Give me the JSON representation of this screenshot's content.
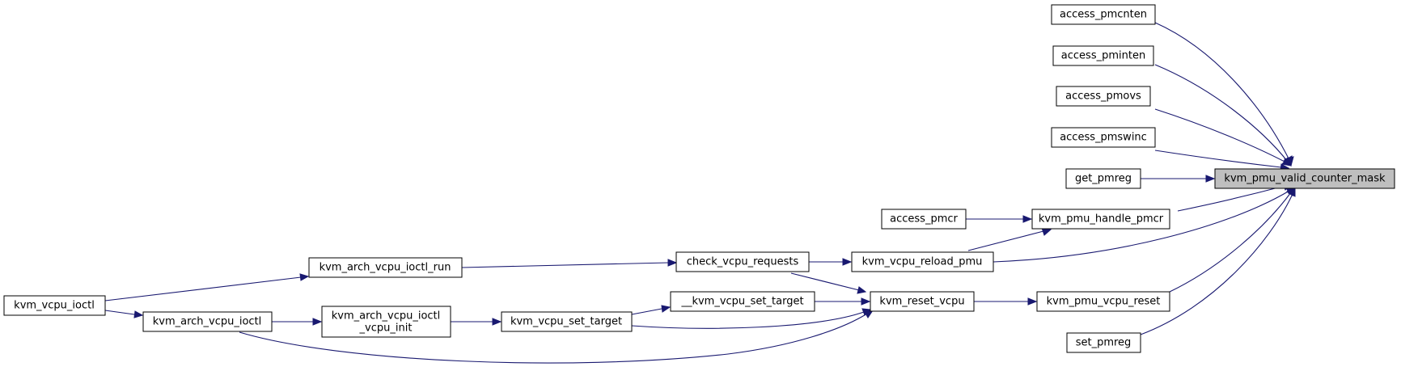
{
  "nodes": {
    "focus": "kvm_pmu_valid_counter_mask",
    "access_pmcnten": "access_pmcnten",
    "access_pminten": "access_pminten",
    "access_pmovs": "access_pmovs",
    "access_pmswinc": "access_pmswinc",
    "get_pmreg": "get_pmreg",
    "access_pmcr": "access_pmcr",
    "kvm_pmu_handle_pmcr": "kvm_pmu_handle_pmcr",
    "kvm_vcpu_reload_pmu": "kvm_vcpu_reload_pmu",
    "check_vcpu_requests": "check_vcpu_requests",
    "kvm_arch_vcpu_ioctl_run": "kvm_arch_vcpu_ioctl_run",
    "kvm_vcpu_ioctl": "kvm_vcpu_ioctl",
    "kvm_arch_vcpu_ioctl": "kvm_arch_vcpu_ioctl",
    "kvm_arch_vcpu_ioctl_vcpu_init_line1": "kvm_arch_vcpu_ioctl",
    "kvm_arch_vcpu_ioctl_vcpu_init_line2": "_vcpu_init",
    "kvm_vcpu_set_target": "kvm_vcpu_set_target",
    "__kvm_vcpu_set_target": "__kvm_vcpu_set_target",
    "kvm_reset_vcpu": "kvm_reset_vcpu",
    "kvm_pmu_vcpu_reset": "kvm_pmu_vcpu_reset",
    "set_pmreg": "set_pmreg"
  },
  "colors": {
    "edge": "#191970",
    "focus_fill": "#bfbfbf",
    "node_border": "#000000"
  }
}
